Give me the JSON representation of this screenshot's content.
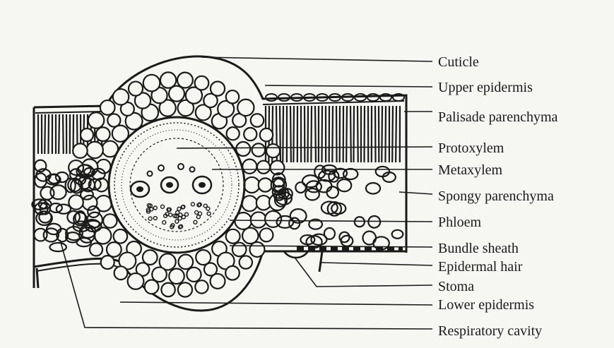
{
  "diagram": {
    "labels": [
      "Cuticle",
      "Upper epidermis",
      "Palisade parenchyma",
      "Protoxylem",
      "Metaxylem",
      "Spongy parenchyma",
      "Phloem",
      "Bundle sheath",
      "Epidermal hair",
      "Stoma",
      "Lower epidermis",
      "Respiratory cavity"
    ]
  }
}
